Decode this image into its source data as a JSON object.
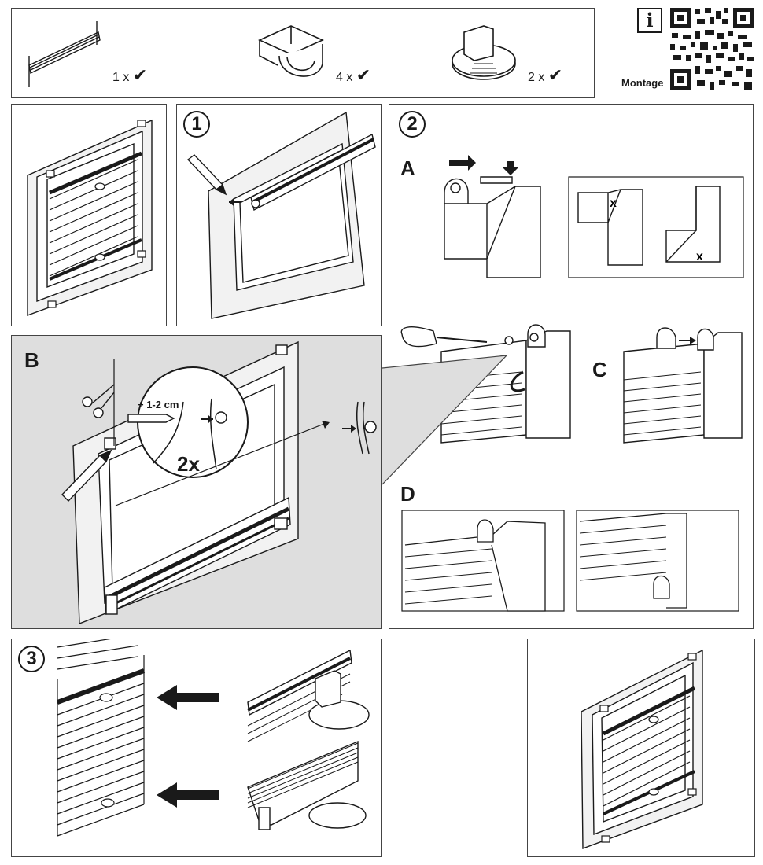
{
  "parts": [
    {
      "qty": "1 x",
      "check": "✔"
    },
    {
      "qty": "4 x",
      "check": "✔"
    },
    {
      "qty": "2 x",
      "check": "✔"
    }
  ],
  "info_symbol": "i",
  "montage_label": "Montage",
  "steps": {
    "one": "1",
    "two": "2",
    "three": "3"
  },
  "sub_labels": {
    "a": "A",
    "b": "B",
    "c": "C",
    "d": "D"
  },
  "detail": {
    "measure": "+ 1-2 cm",
    "repeat": "2x"
  },
  "mark_x": "x",
  "colors": {
    "line": "#1a1a1a",
    "panel_b_bg": "#dedede",
    "frame_fill": "#f2f2f2"
  }
}
